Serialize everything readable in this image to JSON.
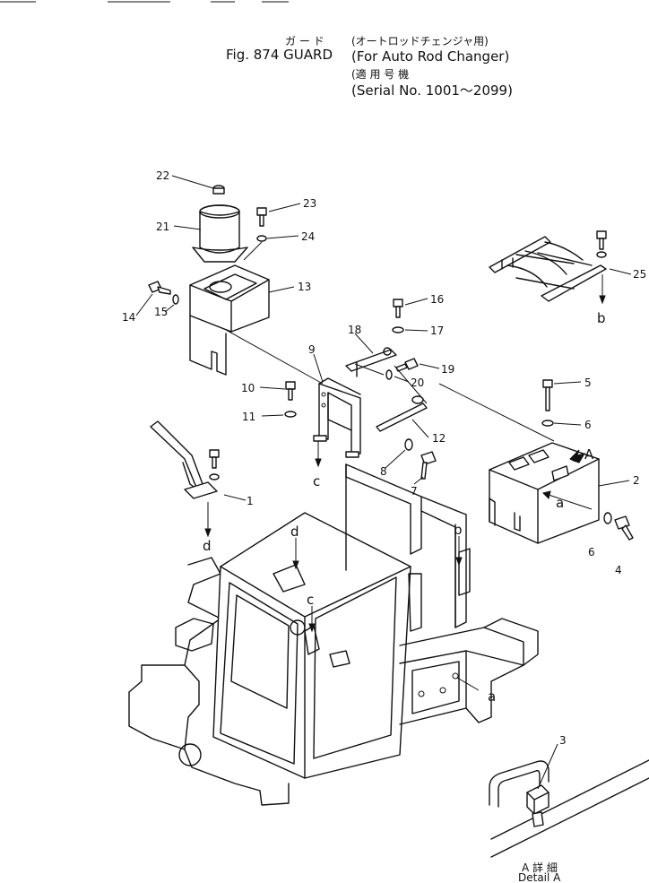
{
  "header": {
    "jp_title": "ガ ー ド",
    "fig_title": "Fig. 874  GUARD",
    "jp_application": "(オートロッドチェンジャ用)",
    "application": "(For Auto Rod Changer)",
    "jp_serial": "(適 用 号 機",
    "serial": "(Serial No. 1001～2099)"
  },
  "callouts": [
    "1",
    "2",
    "3",
    "4",
    "5",
    "6",
    "6",
    "7",
    "8",
    "9",
    "10",
    "11",
    "12",
    "13",
    "14",
    "15",
    "16",
    "17",
    "18",
    "19",
    "20",
    "21",
    "22",
    "23",
    "24",
    "25"
  ],
  "view_letters": [
    "a",
    "b",
    "c",
    "d",
    "A",
    "a",
    "b",
    "c",
    "d"
  ],
  "detail": {
    "jp": "A 詳 細",
    "en": "Detail A"
  }
}
